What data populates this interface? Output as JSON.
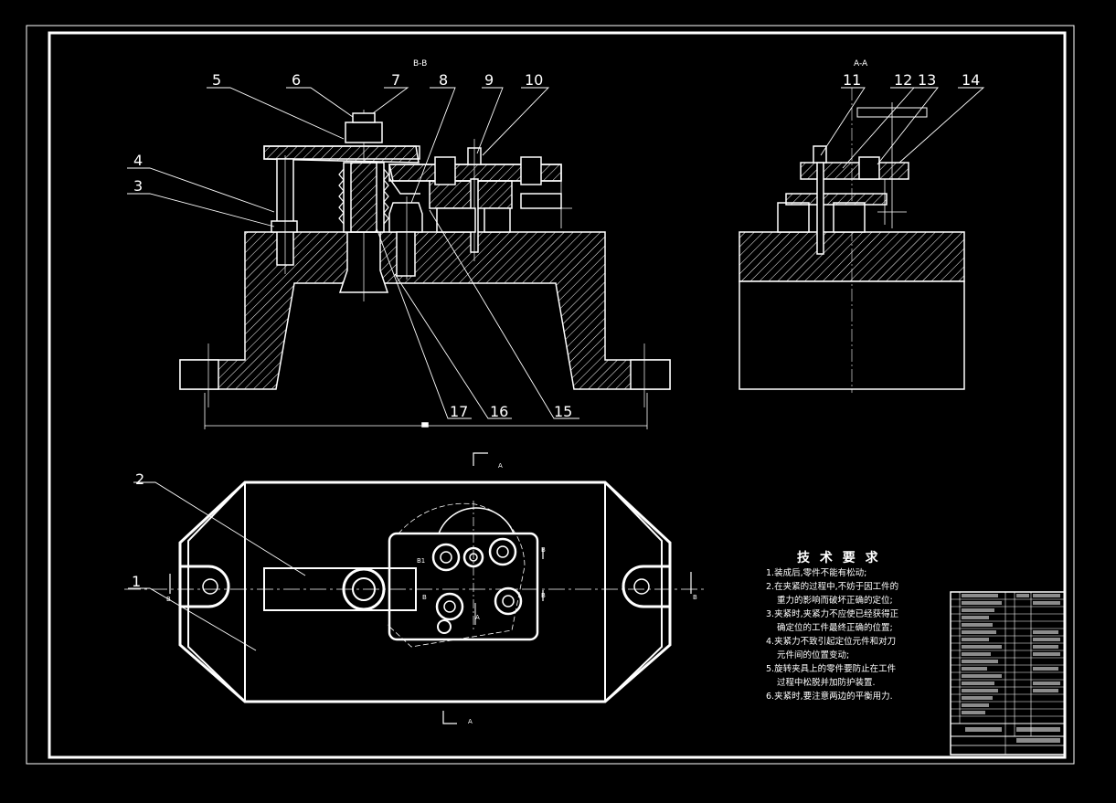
{
  "views": {
    "section_bb": "B-B",
    "section_aa": "A-A"
  },
  "balloons": {
    "b1": "1",
    "b2": "2",
    "b3": "3",
    "b4": "4",
    "b5": "5",
    "b6": "6",
    "b7": "7",
    "b8": "8",
    "b9": "9",
    "b10": "10",
    "b11": "11",
    "b12": "12",
    "b13": "13",
    "b14": "14",
    "b15": "15",
    "b16": "16",
    "b17": "17"
  },
  "cut_marks": {
    "a": "A",
    "b": "B",
    "b1": "B1"
  },
  "tech_requirements": {
    "title": "技 术 要 求",
    "items": [
      "1.装成后,零件不能有松动;",
      "2.在夹紧的过程中,不妨于因工件的",
      "重力的影响而破坏正确的定位;",
      "3.夹紧时,夹紧力不应使已经获得正",
      "确定位的工件最终正确的位置;",
      "4.夹紧力不致引起定位元件和对刀",
      "元件间的位置变动;",
      "5.旋转夹具上的零件要防止在工件",
      "过程中松脱并加防护装置.",
      "6.夹紧时,要注意两边的平衡用力."
    ]
  },
  "colors": {
    "background": "#000000",
    "line": "#ffffff"
  }
}
